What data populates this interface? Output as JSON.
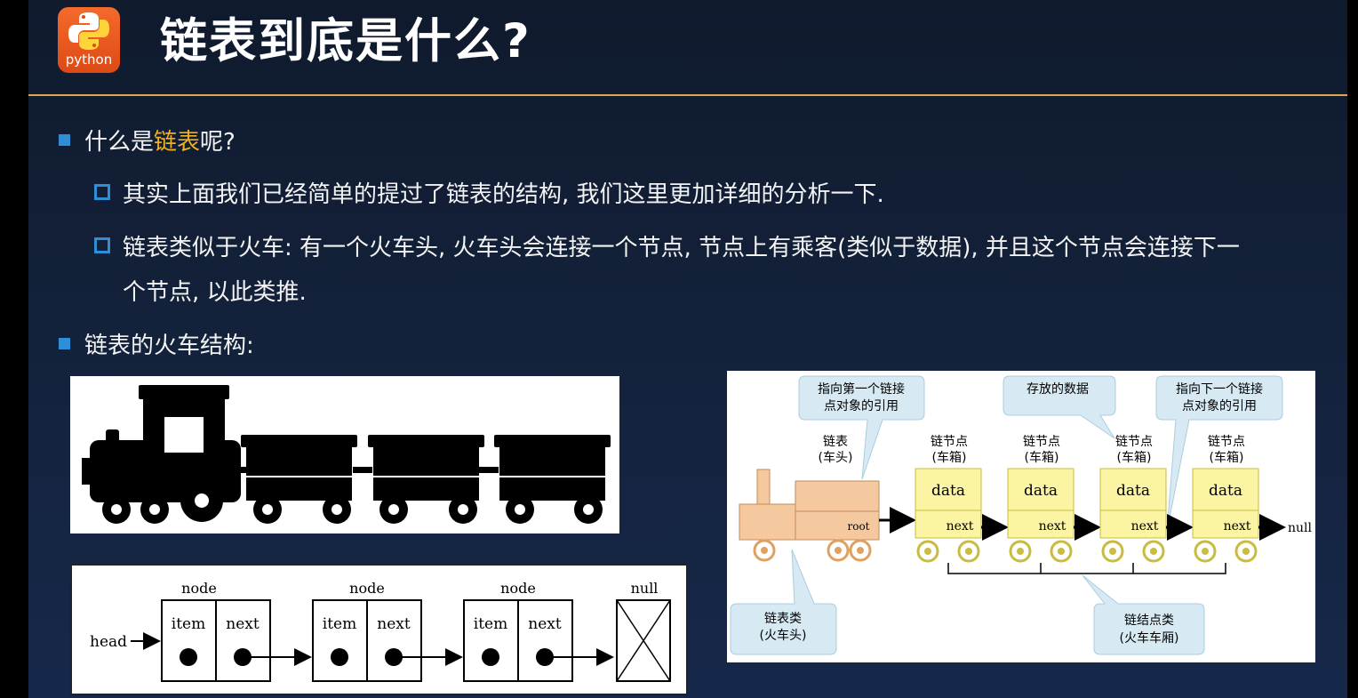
{
  "logo": {
    "text": "python"
  },
  "title": "链表到底是什么?",
  "bullets": {
    "q1_pre": "什么是",
    "q1_hl": "链表",
    "q1_post": "呢?",
    "sub1": "其实上面我们已经简单的提过了链表的结构, 我们这里更加详细的分析一下.",
    "sub2_line1": "链表类似于火车: 有一个火车头, 火车头会连接一个节点, 节点上有乘客(类似于数据), 并且这个节点会连接下一",
    "sub2_line2": "个节点, 以此类推.",
    "q2": "链表的火车结构:"
  },
  "linked_list": {
    "head": "head",
    "node_label": "node",
    "item": "item",
    "next": "next",
    "null_label": "null"
  },
  "diagram": {
    "callout_first": [
      "指向第一个链接",
      "点对象的引用"
    ],
    "callout_data": "存放的数据",
    "callout_next": [
      "指向下一个链接",
      "点对象的引用"
    ],
    "list_head_label": [
      "链表",
      "(车头)"
    ],
    "node_label": [
      "链节点",
      "(车箱)"
    ],
    "data": "data",
    "next": "next",
    "root": "root",
    "null": "null",
    "class_head": [
      "链表类",
      "(火车头)"
    ],
    "class_node": [
      "链结点类",
      "(火车车厢)"
    ]
  },
  "colors": {
    "accent": "#2f8fd6",
    "highlight": "#f0b020",
    "rule": "#e0a84a"
  }
}
